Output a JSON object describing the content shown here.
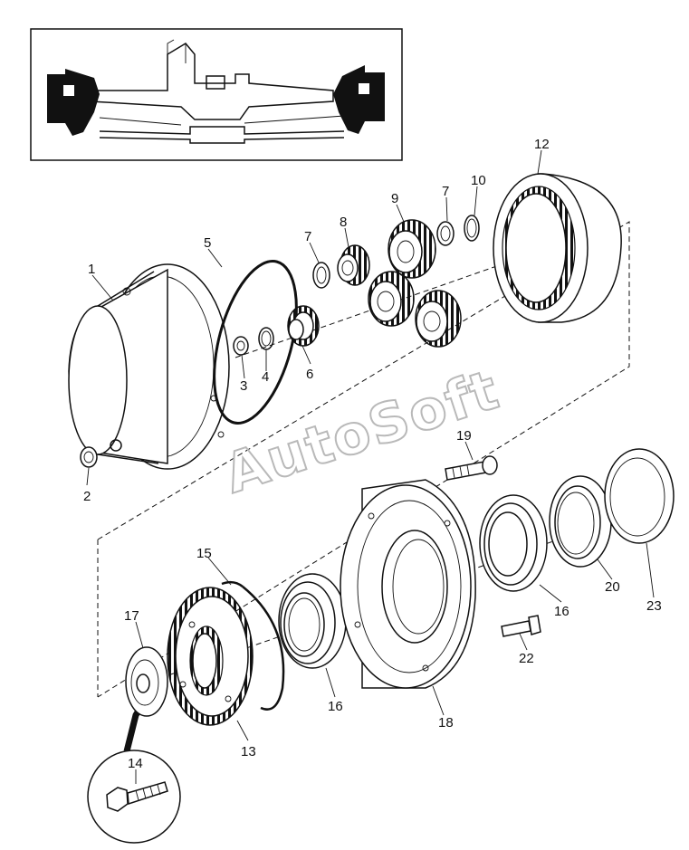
{
  "watermark": "AutoSoft",
  "callouts": {
    "c1": "1",
    "c2": "2",
    "c3": "3",
    "c4": "4",
    "c5": "5",
    "c6": "6",
    "c7a": "7",
    "c7b": "7",
    "c8": "8",
    "c9": "9",
    "c10": "10",
    "c12": "12",
    "c13": "13",
    "c14": "14",
    "c15": "15",
    "c16a": "16",
    "c16b": "16",
    "c17": "17",
    "c18": "18",
    "c19": "19",
    "c20": "20",
    "c22": "22",
    "c23": "23"
  }
}
